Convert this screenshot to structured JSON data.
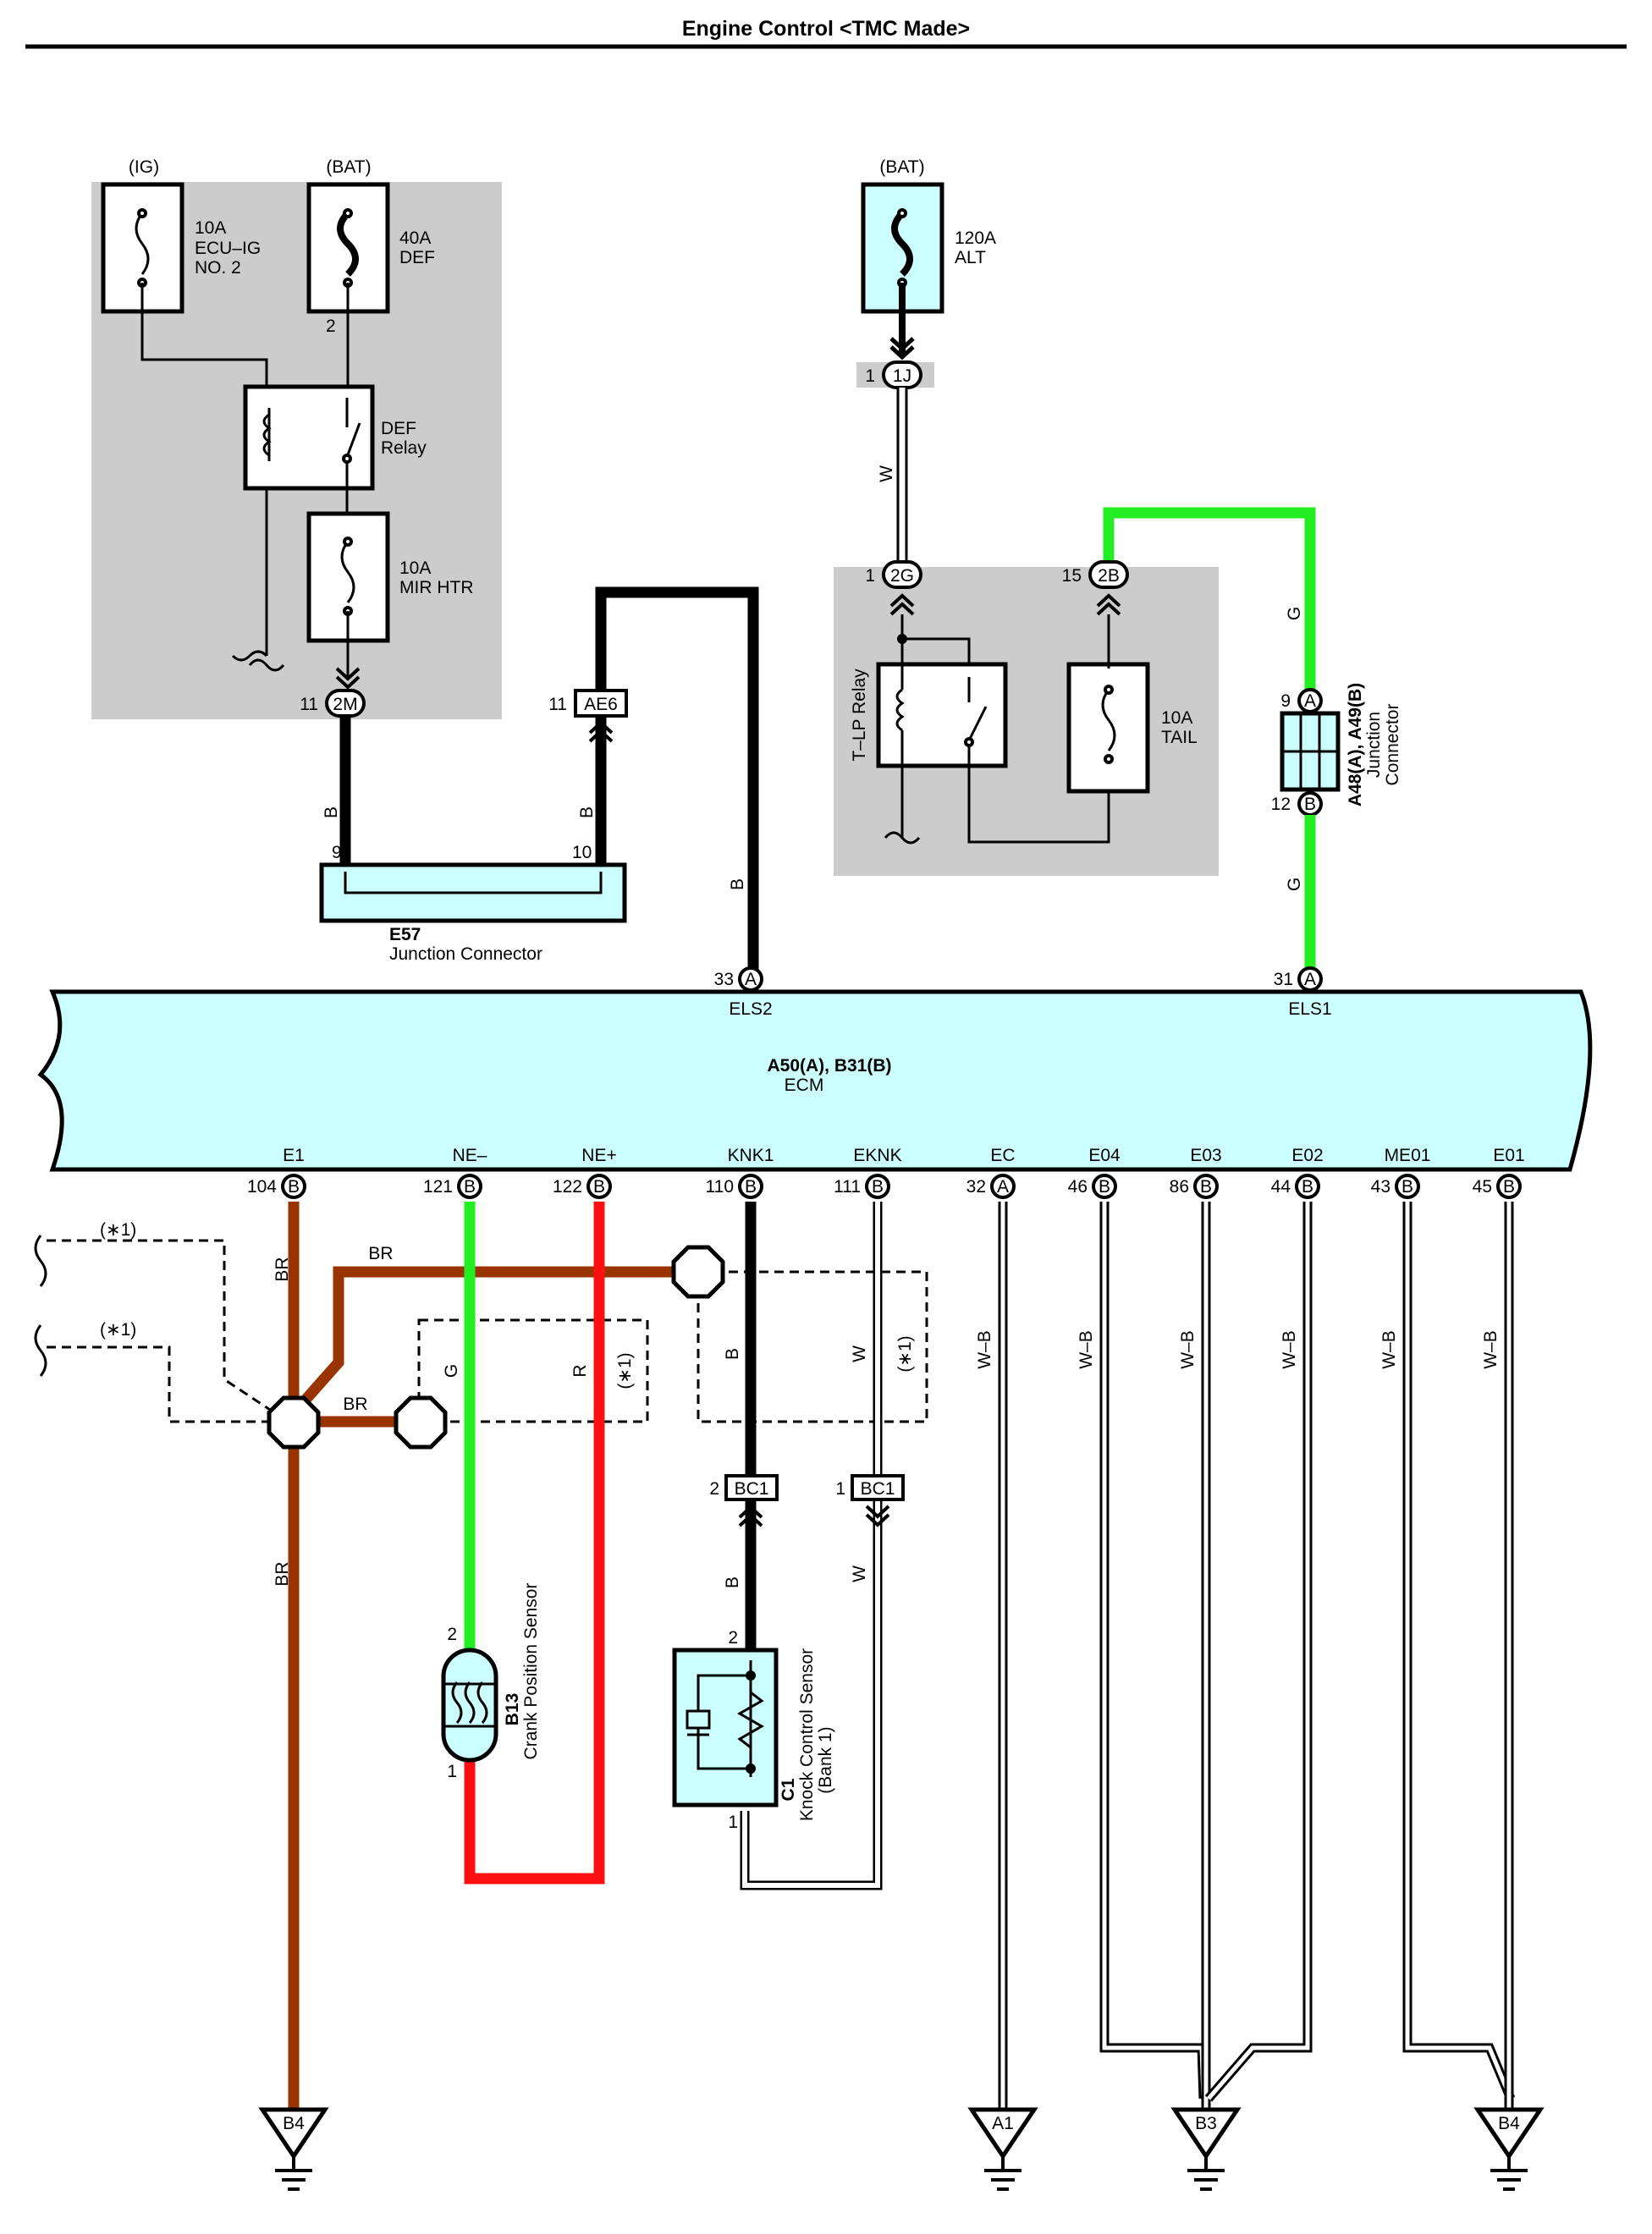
{
  "title": "Engine Control <TMC Made>",
  "fuses": {
    "ig_source": "(IG)",
    "bat_source_1": "(BAT)",
    "bat_source_2": "(BAT)",
    "ecu_ig_amp": "10A",
    "ecu_ig_name": "ECU–IG",
    "ecu_ig_no": "NO. 2",
    "def_amp": "40A",
    "def_name": "DEF",
    "mir_amp": "10A",
    "mir_name": "MIR HTR",
    "alt_amp": "120A",
    "alt_name": "ALT",
    "tail_amp": "10A",
    "tail_name": "TAIL"
  },
  "relays": {
    "def_relay_1": "DEF",
    "def_relay_2": "Relay",
    "tlp_relay": "T–LP Relay"
  },
  "connectors": {
    "c_2M": "2M",
    "c_2M_pin": "11",
    "c_AE6": "AE6",
    "c_AE6_pin": "11",
    "c_1J": "1J",
    "c_1J_pin": "1",
    "c_2G": "2G",
    "c_2G_pin": "1",
    "c_2B": "2B",
    "c_2B_pin": "15",
    "pin_2": "2",
    "e57_pin9": "9",
    "e57_pin10": "10",
    "e57_code": "E57",
    "e57_name": "Junction Connector",
    "a48_code": "A48(A), A49(B)",
    "a48_name1": "Junction",
    "a48_name2": "Connector",
    "a48_pin9": "9",
    "a48_pin12": "12",
    "letter_A": "A",
    "letter_B": "B",
    "bc1_left": "BC1",
    "bc1_left_pin": "2",
    "bc1_right": "BC1",
    "bc1_right_pin": "1"
  },
  "ecm": {
    "code": "A50(A), B31(B)",
    "name": "ECM",
    "top_pins": [
      {
        "label": "ELS2",
        "num": "33",
        "letter": "A"
      },
      {
        "label": "ELS1",
        "num": "31",
        "letter": "A"
      }
    ],
    "bottom_pins": [
      {
        "label": "E1",
        "num": "104",
        "letter": "B"
      },
      {
        "label": "NE–",
        "num": "121",
        "letter": "B"
      },
      {
        "label": "NE+",
        "num": "122",
        "letter": "B"
      },
      {
        "label": "KNK1",
        "num": "110",
        "letter": "B"
      },
      {
        "label": "EKNK",
        "num": "111",
        "letter": "B"
      },
      {
        "label": "EC",
        "num": "32",
        "letter": "A"
      },
      {
        "label": "E04",
        "num": "46",
        "letter": "B"
      },
      {
        "label": "E03",
        "num": "86",
        "letter": "B"
      },
      {
        "label": "E02",
        "num": "44",
        "letter": "B"
      },
      {
        "label": "ME01",
        "num": "43",
        "letter": "B"
      },
      {
        "label": "E01",
        "num": "45",
        "letter": "B"
      }
    ]
  },
  "wire_colors": {
    "B": "B",
    "W": "W",
    "G": "G",
    "R": "R",
    "BR": "BR",
    "WB": "W–B"
  },
  "notes": {
    "star1": "(∗1)"
  },
  "sensors": {
    "crank_code": "B13",
    "crank_name": "Crank Position Sensor",
    "crank_pin2": "2",
    "crank_pin1": "1",
    "knock_code": "C1",
    "knock_name1": "Knock Control Sensor",
    "knock_name2": "(Bank 1)",
    "knock_pin2": "2",
    "knock_pin1": "1"
  },
  "grounds": {
    "g1": "B4",
    "g2": "A1",
    "g3": "B3",
    "g4": "B4"
  },
  "colors": {
    "black_wire": "#000000",
    "green_wire": "#22ee22",
    "red_wire": "#ff1010",
    "brown_wire": "#993300",
    "component_fill": "#ccffff",
    "junction_block": "#cccccc"
  }
}
